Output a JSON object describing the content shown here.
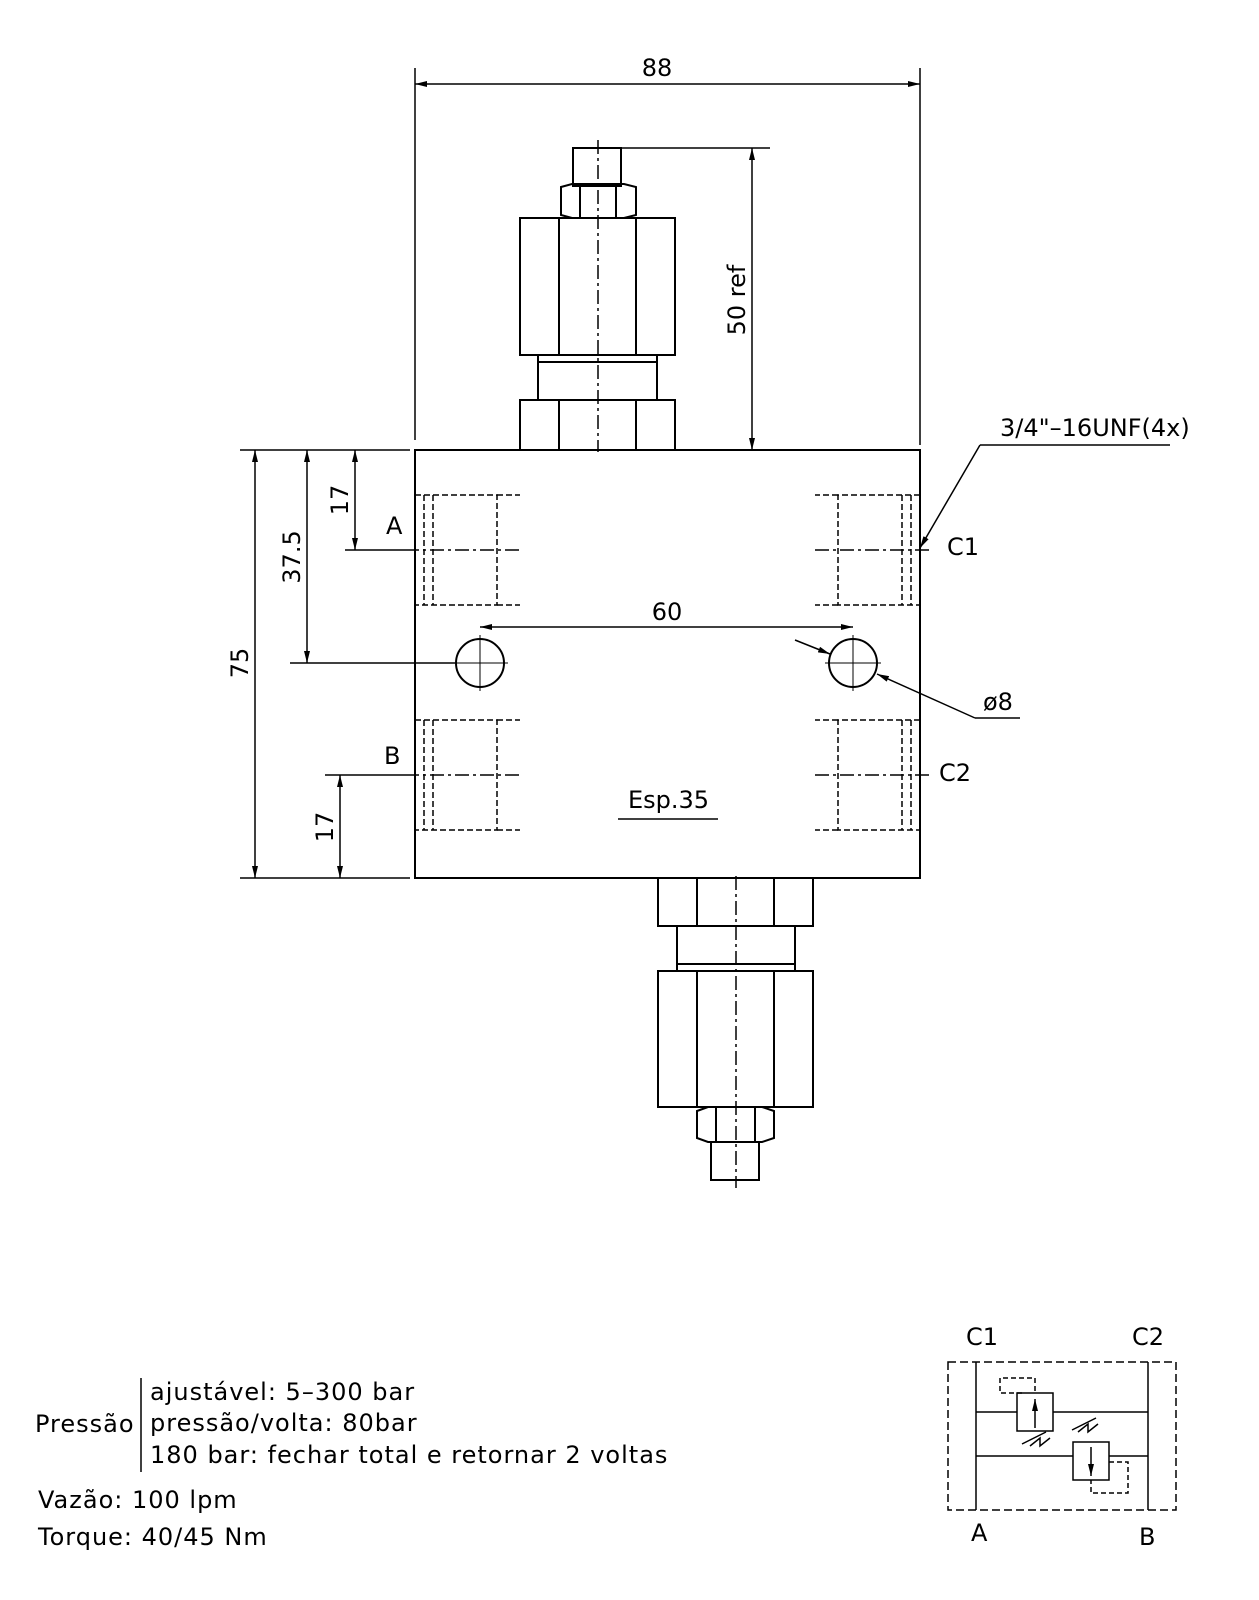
{
  "dimensions": {
    "width_88": "88",
    "height_50ref": "50 ref",
    "thread": "3/4\"–16UNF(4x)",
    "height_17_top": "17",
    "height_37_5": "37.5",
    "height_75": "75",
    "hole_spacing_60": "60",
    "hole_diameter": "ø8",
    "height_17_bottom": "17"
  },
  "ports": {
    "a": "A",
    "b": "B",
    "c1": "C1",
    "c2": "C2"
  },
  "block": {
    "thickness": "Esp.35"
  },
  "specs": {
    "pressure_label": "Pressão",
    "pressure_adjustable": "ajustável: 5–300 bar",
    "pressure_per_turn": "pressão/volta: 80bar",
    "pressure_180": "180 bar: fechar total e retornar 2 voltas",
    "flow": "Vazão: 100 lpm",
    "torque": "Torque: 40/45 Nm"
  },
  "schematic": {
    "c1": "C1",
    "c2": "C2",
    "a": "A",
    "b": "B"
  }
}
